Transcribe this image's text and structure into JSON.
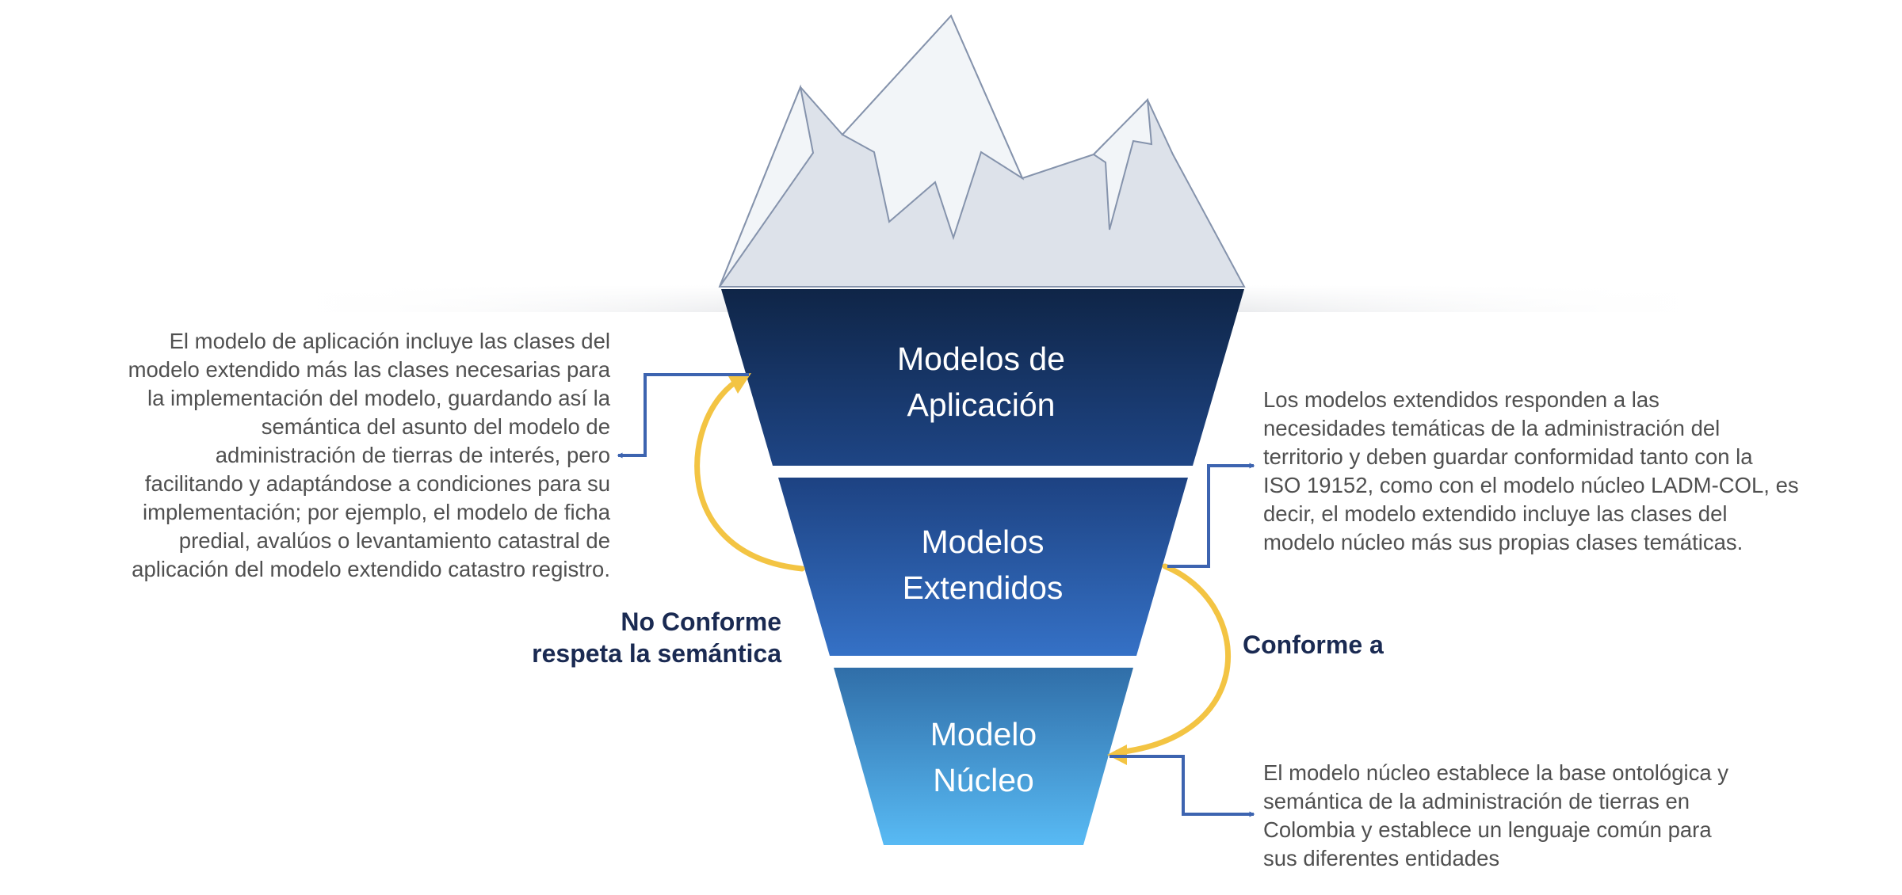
{
  "layers": {
    "aplicacion": {
      "line1": "Modelos de",
      "line2": "Aplicación"
    },
    "extendidos": {
      "line1": "Modelos",
      "line2": "Extendidos"
    },
    "nucleo": {
      "line1": "Modelo",
      "line2": "Núcleo"
    }
  },
  "relations": {
    "no_conforme_line1": "No Conforme",
    "no_conforme_line2": "respeta la semántica",
    "conforme": "Conforme a"
  },
  "descriptions": {
    "aplicacion": "El modelo de aplicación incluye las clases del\nmodelo extendido más las clases necesarias para\nla implementación del modelo, guardando así la\nsemántica del asunto del modelo de\nadministración de tierras de interés, pero\nfacilitando y adaptándose a condiciones para su\nimplementación; por ejemplo, el modelo de ficha\npredial, avalúos o levantamiento catastral de\naplicación del modelo extendido catastro registro.",
    "extendidos": "Los modelos extendidos responden a las\nnecesidades temáticas de la administración del\nterritorio y deben guardar conformidad tanto con la\nISO 19152, como con el modelo núcleo LADM-COL, es\ndecir, el modelo extendido incluye las clases del\nmodelo núcleo más sus propias clases temáticas.",
    "nucleo": "El modelo núcleo establece la base ontológica y\nsemántica de la administración de tierras en\nColombia y establece un lenguaje común para\nsus diferentes entidades"
  },
  "colors": {
    "iceberg_top": "#dde2ea",
    "iceberg_snow": "#f2f5f8",
    "iceberg_outline": "#8593ac",
    "layer_top_dark": "#0f2547",
    "layer_mid": "#2e66b8",
    "layer_bottom_light": "#55b6f1",
    "connector_blue": "#3d64b0",
    "arrow_yellow": "#f3c443",
    "label_navy": "#1a2a52",
    "text_gray": "#505050"
  }
}
